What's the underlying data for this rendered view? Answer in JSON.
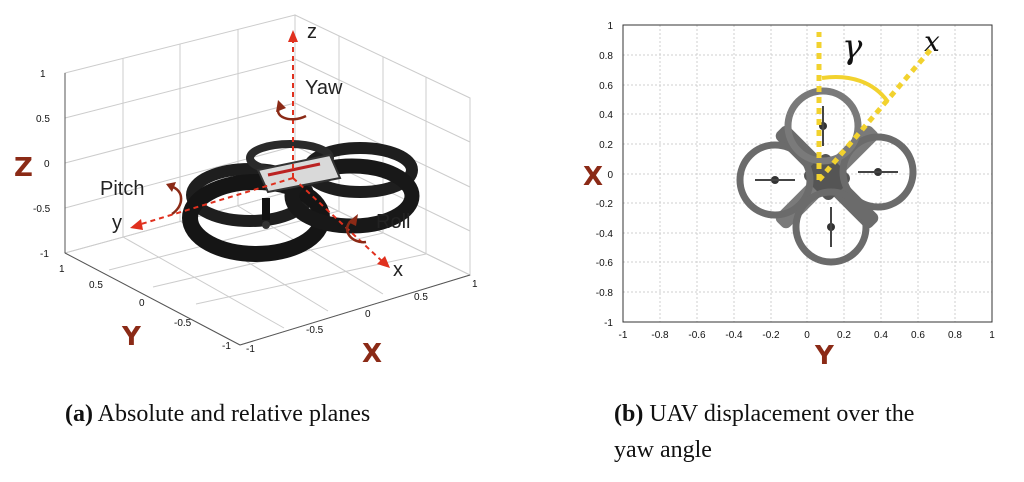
{
  "panel_a": {
    "z_ticks": [
      "1",
      "0.5",
      "0",
      "-0.5",
      "-1"
    ],
    "y_ticks": [
      "1",
      "0.5",
      "0",
      "-0.5",
      "-1"
    ],
    "x_ticks": [
      "-1",
      "-0.5",
      "0",
      "0.5",
      "1"
    ],
    "axis_Z": "Z",
    "axis_Y": "Y",
    "axis_X": "X",
    "label_z": "z",
    "label_y": "y",
    "label_x": "x",
    "label_yaw": "Yaw",
    "label_pitch": "Pitch",
    "label_roll": "Roll"
  },
  "panel_b": {
    "x_axis_ticks": [
      "-1",
      "-0.8",
      "-0.6",
      "-0.4",
      "-0.2",
      "0",
      "0.2",
      "0.4",
      "0.6",
      "0.8",
      "1"
    ],
    "y_axis_ticks": [
      "1",
      "0.8",
      "0.6",
      "0.4",
      "0.2",
      "0",
      "-0.2",
      "-0.4",
      "-0.6",
      "-0.8",
      "-1"
    ],
    "axis_X": "X",
    "axis_Y": "Y",
    "angle_label": "γ",
    "direction_label": "x"
  },
  "captions": {
    "a_prefix": "(a)",
    "a_text": "Absolute and relative planes",
    "b_prefix": "(b)",
    "b_text_line1": "UAV displacement over the",
    "b_text_line2": "yaw angle"
  },
  "colors": {
    "axis_red": "#8b2a16",
    "dashed_red": "#e0301e",
    "yellow": "#f2d22e",
    "grid": "#cfcfcf"
  }
}
